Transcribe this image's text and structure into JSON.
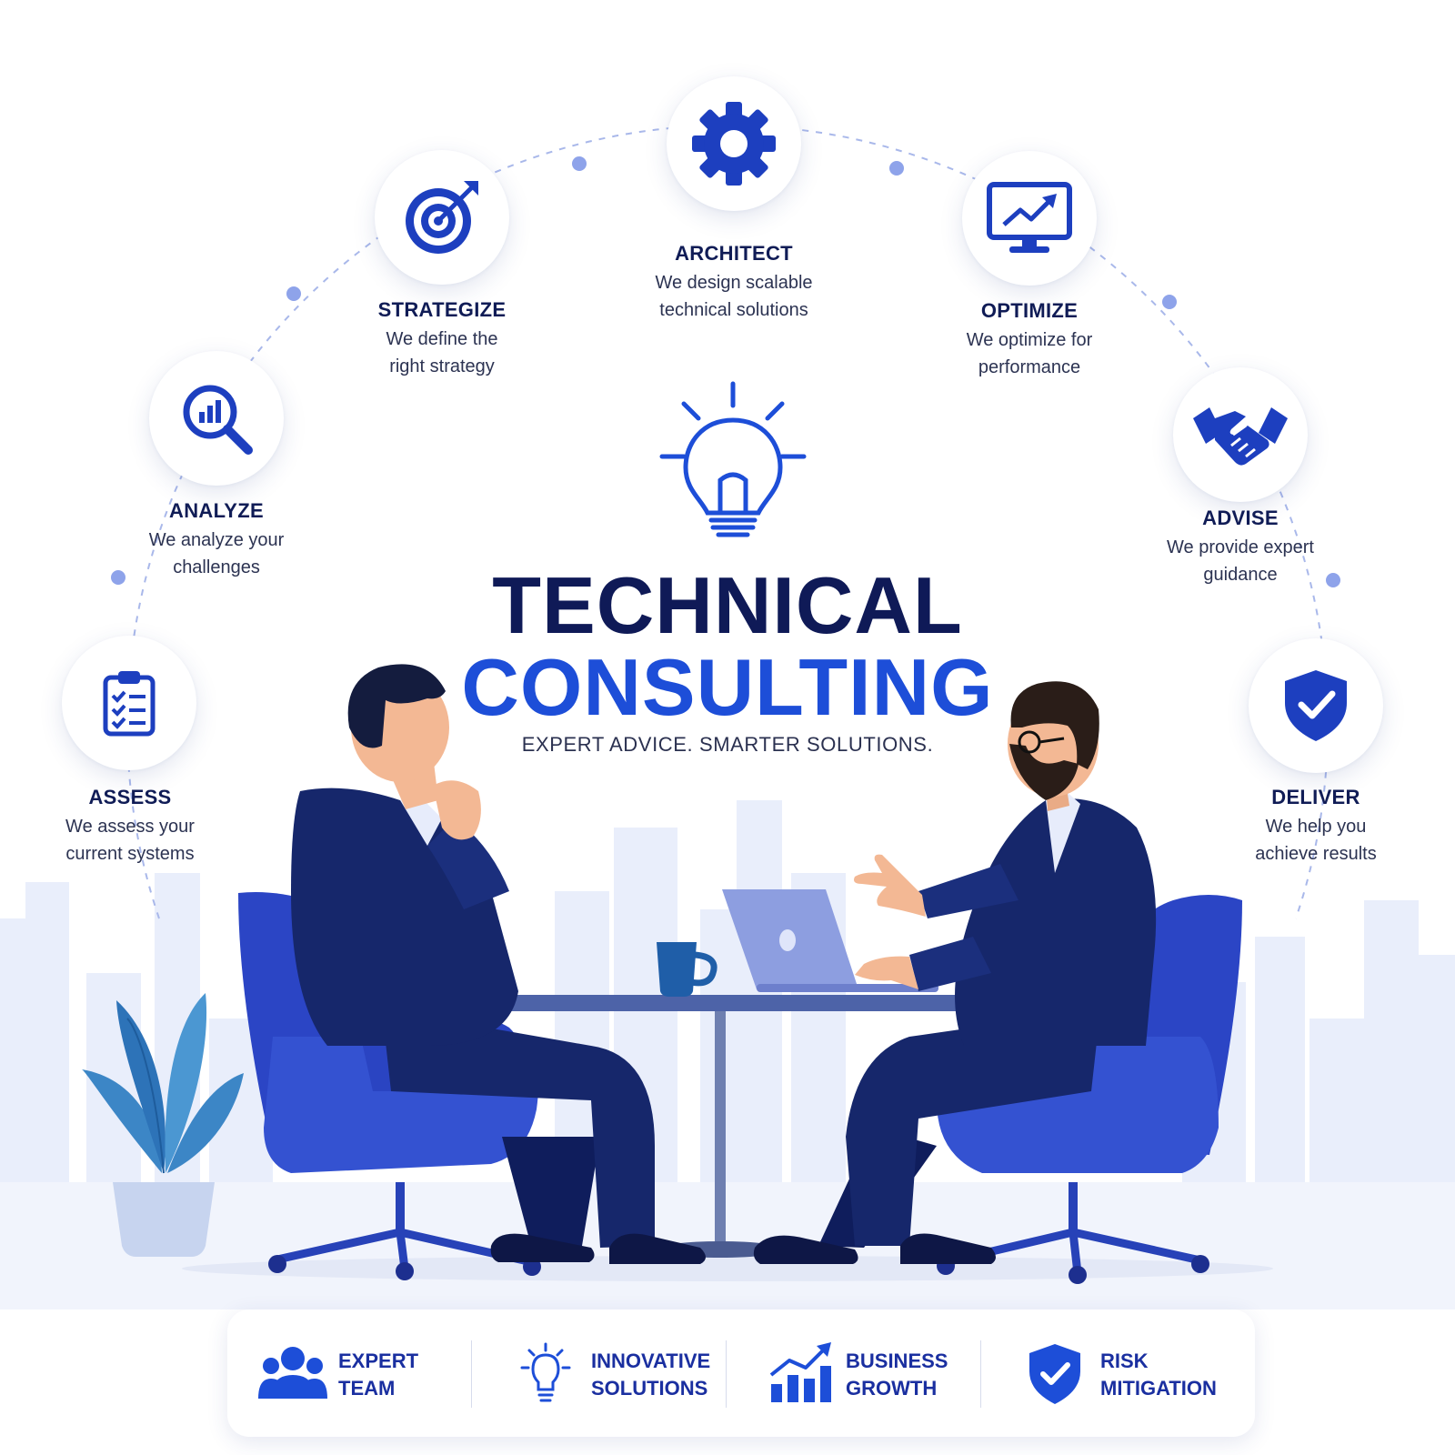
{
  "header": {
    "title_line1": "TECHNICAL",
    "title_line2": "CONSULTING",
    "tagline": "EXPERT ADVICE. SMARTER SOLUTIONS."
  },
  "steps": [
    {
      "title": "ASSESS",
      "desc_line1": "We assess your",
      "desc_line2": "current systems",
      "icon": "clipboard-checklist-icon"
    },
    {
      "title": "ANALYZE",
      "desc_line1": "We analyze your",
      "desc_line2": "challenges",
      "icon": "magnifier-chart-icon"
    },
    {
      "title": "STRATEGIZE",
      "desc_line1": "We define the",
      "desc_line2": "right strategy",
      "icon": "target-arrow-icon"
    },
    {
      "title": "ARCHITECT",
      "desc_line1": "We design scalable",
      "desc_line2": "technical solutions",
      "icon": "gear-icon"
    },
    {
      "title": "OPTIMIZE",
      "desc_line1": "We optimize for",
      "desc_line2": "performance",
      "icon": "monitor-chart-icon"
    },
    {
      "title": "ADVISE",
      "desc_line1": "We provide expert",
      "desc_line2": "guidance",
      "icon": "handshake-icon"
    },
    {
      "title": "DELIVER",
      "desc_line1": "We help you",
      "desc_line2": "achieve results",
      "icon": "shield-check-icon"
    }
  ],
  "benefits": [
    {
      "label": "EXPERT\nTEAM",
      "icon": "team-icon"
    },
    {
      "label": "INNOVATIVE\nSOLUTIONS",
      "icon": "lightbulb-icon"
    },
    {
      "label": "BUSINESS\nGROWTH",
      "icon": "growth-chart-icon"
    },
    {
      "label": "RISK\nMITIGATION",
      "icon": "shield-check-icon"
    }
  ],
  "colors": {
    "primary_blue": "#1d4ed8",
    "navy": "#0f1a57",
    "chair_blue": "#2a45c2",
    "suit_navy": "#16276b",
    "skyline": "#e8eefc"
  }
}
